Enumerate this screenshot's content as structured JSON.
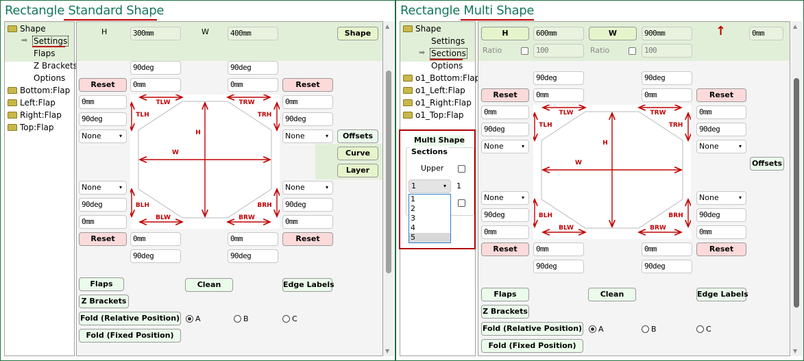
{
  "left": {
    "title_prefix": "Rectangle",
    "title_highlight": "Standard Shape",
    "tree": [
      {
        "label": "Shape",
        "type": "folder"
      },
      {
        "label": "Settings",
        "type": "child",
        "selected": true
      },
      {
        "label": "Flaps",
        "type": "child"
      },
      {
        "label": "Z Brackets",
        "type": "child"
      },
      {
        "label": "Options",
        "type": "child"
      },
      {
        "label": "Bottom:Flap",
        "type": "folder"
      },
      {
        "label": "Left:Flap",
        "type": "folder"
      },
      {
        "label": "Right:Flap",
        "type": "folder"
      },
      {
        "label": "Top:Flap",
        "type": "folder"
      }
    ],
    "h_label": "H",
    "h_value": "300mm",
    "w_label": "W",
    "w_value": "400mm",
    "shape_button": "Shape",
    "tl_angle": "90deg",
    "tl_w": "0mm",
    "tr_angle": "90deg",
    "tr_w": "0mm",
    "reset_tl": "Reset",
    "reset_tr": "Reset",
    "left_top_mm": "0mm",
    "left_top_deg": "90deg",
    "left_top_select": "None",
    "right_top_mm": "0mm",
    "right_top_deg": "90deg",
    "right_top_select": "None",
    "offsets": "Offsets",
    "curve": "Curve",
    "layer": "Layer",
    "left_bot_select": "None",
    "left_bot_deg": "90deg",
    "left_bot_mm": "0mm",
    "right_bot_select": "None",
    "right_bot_deg": "90deg",
    "right_bot_mm": "0mm",
    "reset_bl": "Reset",
    "reset_br": "Reset",
    "bl_mm": "0mm",
    "bl_deg": "90deg",
    "br_mm": "0mm",
    "br_deg": "90deg",
    "flaps": "Flaps",
    "clean": "Clean",
    "edge_labels": "Edge Labels",
    "z_brackets": "Z Brackets",
    "fold_relative": "Fold (Relative Position)",
    "fold_fixed": "Fold (Fixed Position)",
    "radio_a": "A",
    "radio_b": "B",
    "radio_c": "C",
    "radio_selected": "A"
  },
  "right": {
    "title_prefix": "Rectangle",
    "title_highlight": "Multi Shape",
    "tree": [
      {
        "label": "Shape",
        "type": "folder"
      },
      {
        "label": "Settings",
        "type": "child"
      },
      {
        "label": "Sections",
        "type": "child",
        "selected": true
      },
      {
        "label": "Options",
        "type": "child"
      },
      {
        "label": "o1_Bottom:Flap",
        "type": "folder"
      },
      {
        "label": "o1_Left:Flap",
        "type": "folder"
      },
      {
        "label": "o1_Right:Flap",
        "type": "folder"
      },
      {
        "label": "o1_Top:Flap",
        "type": "folder"
      }
    ],
    "h_button": "H",
    "h_value": "600mm",
    "w_button": "W",
    "w_value": "900mm",
    "offset_value": "0mm",
    "ratio_label": "Ratio",
    "h_ratio": "100",
    "w_ratio": "100",
    "multi_shape": "Multi Shape",
    "sections_label": "Sections",
    "upper_label": "Upper",
    "section_select": "1",
    "section_count": "1",
    "section_options": [
      "1",
      "2",
      "3",
      "4",
      "5"
    ],
    "section_highlighted": "5",
    "tl_angle": "90deg",
    "tl_w": "0mm",
    "tr_angle": "90deg",
    "tr_w": "0mm",
    "reset_tl": "Reset",
    "reset_tr": "Reset",
    "left_top_mm": "0mm",
    "left_top_deg": "90deg",
    "left_top_select": "None",
    "right_top_mm": "0mm",
    "right_top_deg": "90deg",
    "right_top_select": "None",
    "offsets": "Offsets",
    "left_bot_select": "None",
    "left_bot_deg": "90deg",
    "left_bot_mm": "0mm",
    "right_bot_select": "None",
    "right_bot_deg": "90deg",
    "right_bot_mm": "0mm",
    "reset_bl": "Reset",
    "reset_br": "Reset",
    "bl_mm": "0mm",
    "bl_deg": "90deg",
    "br_mm": "0mm",
    "br_deg": "90deg",
    "flaps": "Flaps",
    "clean": "Clean",
    "edge_labels": "Edge Labels",
    "z_brackets": "Z Brackets",
    "fold_relative": "Fold (Relative Position)",
    "fold_fixed": "Fold (Fixed Position)",
    "radio_a": "A",
    "radio_b": "B",
    "radio_c": "C",
    "radio_selected": "A"
  },
  "diagram_labels": {
    "tlw": "TLW",
    "tlh": "TLH",
    "trw": "TRW",
    "trh": "TRH",
    "blw": "BLW",
    "blh": "BLH",
    "brw": "BRW",
    "brh": "BRH",
    "h": "H",
    "w": "W"
  },
  "colors": {
    "title": "#14785a",
    "accent_red": "#c00000",
    "band": "#e2efd8",
    "reset": "#fcdada",
    "button": "#ebfbeb"
  }
}
